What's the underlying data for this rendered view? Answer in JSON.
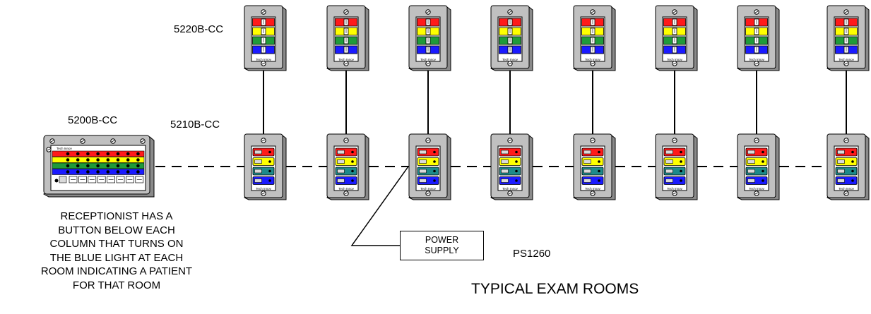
{
  "labels": {
    "top_station_model": "5220B-CC",
    "bottom_station_model": "5210B-CC",
    "console_model": "5200B-CC",
    "power_supply_model": "PS1260",
    "footer_title": "TYPICAL EXAM ROOMS"
  },
  "power_supply_box": [
    "POWER",
    "SUPPLY"
  ],
  "receptionist_note": [
    "RECEPTIONIST HAS A",
    "BUTTON BELOW EACH",
    "COLUMN THAT TURNS ON",
    "THE BLUE LIGHT AT EACH",
    "ROOM INDICATING A PATIENT",
    "FOR THAT ROOM"
  ],
  "device_faceplate_text": "Tech Innov",
  "room_count": 8,
  "light_colors": {
    "red": "#ff1a1a",
    "yellow": "#ffff00",
    "green": "#1f9b3a",
    "teal": "#1d8a8a",
    "blue": "#1a1aff"
  },
  "colors": {
    "housing": "#c0c0c0",
    "housing_dark": "#8a8a8a",
    "wire": "#000000"
  }
}
